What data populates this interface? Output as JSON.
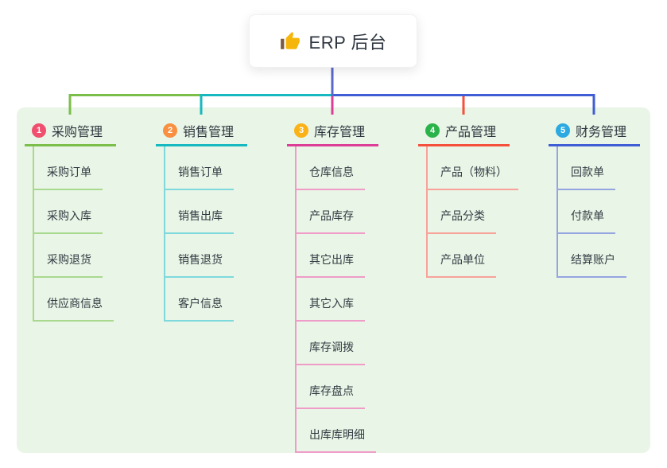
{
  "root": {
    "icon": "thumbs-up",
    "label": "ERP 后台"
  },
  "branches": [
    {
      "num": "1",
      "label": "采购管理",
      "badge_color": "#f0506e",
      "line_color": "#7cbe4a",
      "child_line_color": "#a9d98e",
      "children": [
        "采购订单",
        "采购入库",
        "采购退货",
        "供应商信息"
      ]
    },
    {
      "num": "2",
      "label": "销售管理",
      "badge_color": "#f98f40",
      "line_color": "#16b9bf",
      "child_line_color": "#7fd9dc",
      "children": [
        "销售订单",
        "销售出库",
        "销售退货",
        "客户信息"
      ]
    },
    {
      "num": "3",
      "label": "库存管理",
      "badge_color": "#fbb216",
      "line_color": "#dc3d96",
      "child_line_color": "#ef9cc8",
      "children": [
        "仓库信息",
        "产品库存",
        "其它出库",
        "其它入库",
        "库存调拨",
        "库存盘点",
        "出库库明细"
      ]
    },
    {
      "num": "4",
      "label": "产品管理",
      "badge_color": "#2bb34b",
      "line_color": "#f4503c",
      "child_line_color": "#f8a29a",
      "children": [
        "产品（物料）",
        "产品分类",
        "产品单位"
      ]
    },
    {
      "num": "5",
      "label": "财务管理",
      "badge_color": "#2ba9e0",
      "line_color": "#3f5ed6",
      "child_line_color": "#94a5e0",
      "children": [
        "回款单",
        "付款单",
        "结算账户"
      ]
    }
  ],
  "colors": {
    "panel_bg": "#e9f5e6",
    "stem": "#5a68c9",
    "header_text": "#2f3640",
    "child_text": "#333b44",
    "icon_gold": "#f5b50a",
    "icon_sleeve": "#7a5c43"
  }
}
